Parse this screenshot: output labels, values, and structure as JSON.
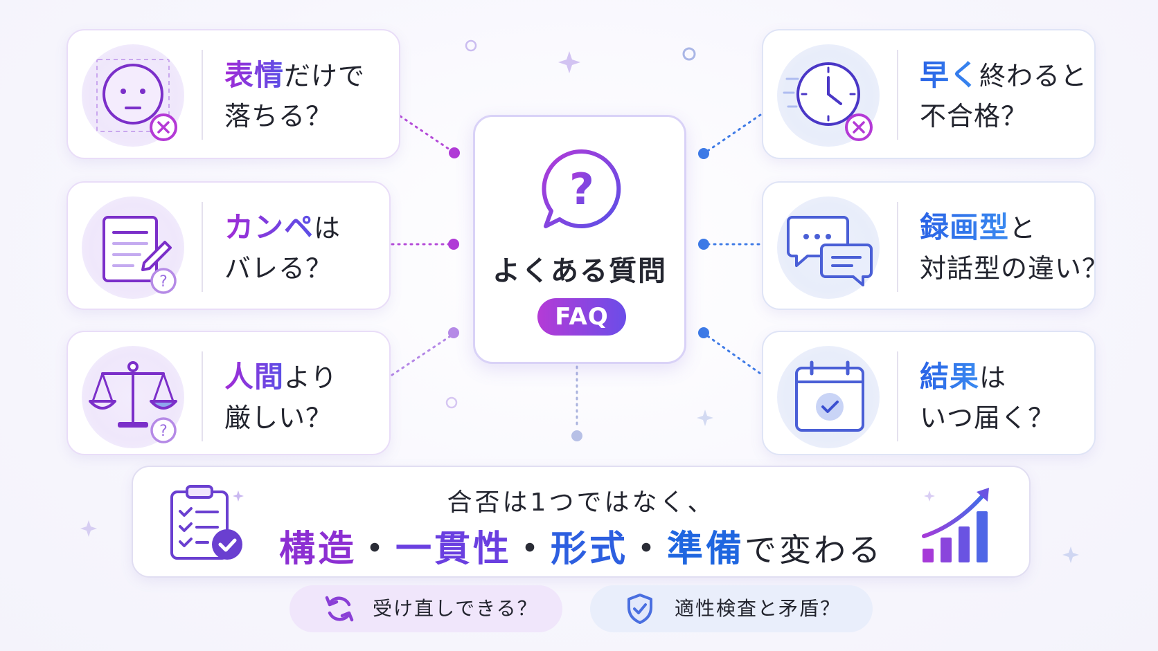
{
  "center": {
    "title": "よくある質問",
    "badge": "FAQ"
  },
  "cards": {
    "expression": {
      "kw1": "表情",
      "rest1": "だけで",
      "line2": "落ちる？"
    },
    "cheat_sheet": {
      "kw1": "カンペ",
      "rest1": "は",
      "line2": "バレる？"
    },
    "stricter": {
      "kw1": "人間",
      "rest1": "より",
      "line2": "厳しい？"
    },
    "finish_early": {
      "kw1": "早く",
      "rest1": "終わると",
      "line2": "不合格？"
    },
    "recorded_vs_live": {
      "kw1": "録画型",
      "rest1": "と",
      "line2": "対話型の違い？"
    },
    "results": {
      "kw1": "結果",
      "rest1": "は",
      "line2": "いつ届く？"
    }
  },
  "summary": {
    "line1": "合否は1つではなく、",
    "kw1": "構造",
    "sep1": "・",
    "kw2": "一貫性",
    "sep2": "・",
    "kw3": "形式",
    "sep3": "・",
    "kw4": "準備",
    "tail": "で変わる"
  },
  "pills": {
    "retake": "受け直しできる？",
    "aptitude": "適性検査と矛盾？"
  },
  "colors": {
    "purple": "#9b2bd4",
    "blue": "#1f6fe0",
    "violet": "#6a3fe0"
  },
  "icons": [
    "face-icon",
    "note-pencil-icon",
    "scales-icon",
    "clock-icon",
    "chat-bubbles-icon",
    "calendar-check-icon",
    "question-bubble-icon",
    "clipboard-check-icon",
    "growth-chart-icon",
    "refresh-icon",
    "shield-check-icon"
  ]
}
